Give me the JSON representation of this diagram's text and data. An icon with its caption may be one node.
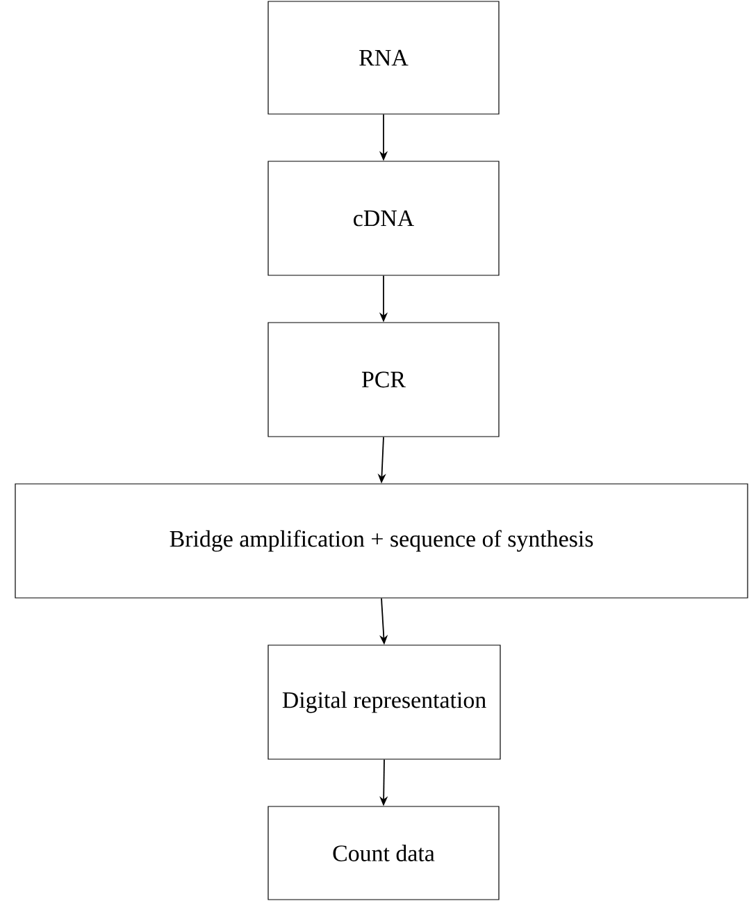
{
  "diagram": {
    "nodes": [
      {
        "text": [
          "RNA"
        ]
      },
      {
        "text": [
          "cDNA"
        ]
      },
      {
        "text": [
          "PCR"
        ]
      },
      {
        "text": [
          "Bridge amplification + sequence of synthesis"
        ]
      },
      {
        "text": [
          "Digital representation"
        ]
      },
      {
        "text": [
          "Count data"
        ]
      }
    ],
    "edges": [
      {
        "from": 0,
        "to": 1,
        "arrow": "to"
      },
      {
        "from": 1,
        "to": 2,
        "arrow": "to"
      },
      {
        "from": 2,
        "to": 3,
        "arrow": "to"
      },
      {
        "from": 3,
        "to": 4,
        "arrow": "to"
      },
      {
        "from": 4,
        "to": 5,
        "arrow": "to"
      }
    ]
  }
}
